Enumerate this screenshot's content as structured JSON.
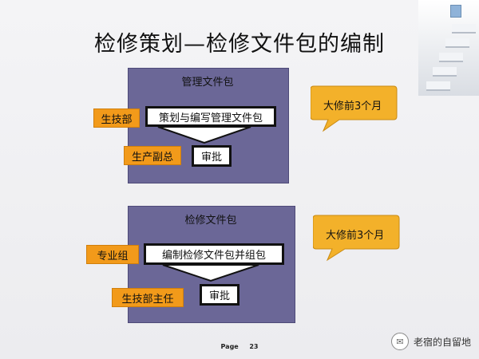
{
  "slide": {
    "title": "检修策划—检修文件包的编制",
    "page_label": "Page",
    "page_number": "23",
    "watermark": "老宿的自留地"
  },
  "section1": {
    "panel_title": "管理文件包",
    "main_step": "策划与编写管理文件包",
    "approve": "审批",
    "role1": "生技部",
    "role2": "生产副总",
    "callout": "大修前3个月"
  },
  "section2": {
    "panel_title": "检修文件包",
    "main_step": "编制检修文件包并组包",
    "approve": "审批",
    "role1": "专业组",
    "role2": "生技部主任",
    "callout": "大修前3个月"
  },
  "colors": {
    "panel": "#6b6797",
    "tag": "#f29a1a",
    "callout": "#f3b12a"
  }
}
